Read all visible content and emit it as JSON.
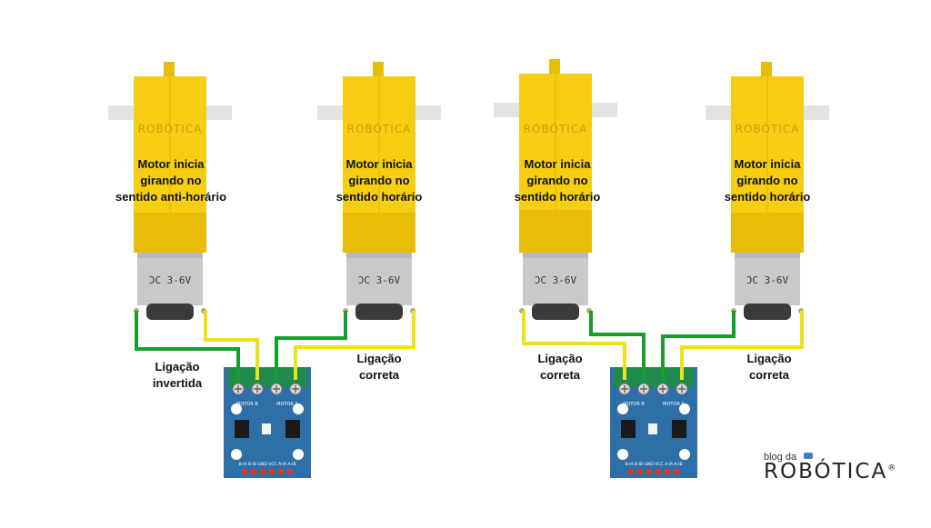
{
  "motors": [
    {
      "line1": "Motor inicia",
      "line2": "girando no",
      "line3": "sentido anti-horário",
      "case_text": "ƆC 3-6V",
      "brand": "ROBÓTICA"
    },
    {
      "line1": "Motor inicia",
      "line2": "girando no",
      "line3": "sentido horário",
      "case_text": "ƆC 3-6V",
      "brand": "ROBÓTICA"
    },
    {
      "line1": "Motor inicia",
      "line2": "girando no",
      "line3": "sentido horário",
      "case_text": "ƆC 3-6V",
      "brand": "ROBÓTICA"
    },
    {
      "line1": "Motor inicia",
      "line2": "girando no",
      "line3": "sentido horário",
      "case_text": "ƆC 3-6V",
      "brand": "ROBÓTICA"
    }
  ],
  "connections": [
    {
      "line1": "Ligação",
      "line2": "invertida"
    },
    {
      "line1": "Ligação",
      "line2": "correta"
    },
    {
      "line1": "Ligação",
      "line2": "correta"
    },
    {
      "line1": "Ligação",
      "line2": "correta"
    }
  ],
  "driver": {
    "motor_b_label": "MOTOR B",
    "motor_a_label": "MOTOR A",
    "pin_labels": "B-IA B-IB GND VCC A-IA A-IB"
  },
  "logo": {
    "small": "blog da",
    "big": "ROBÓTICA",
    "reg": "®"
  },
  "colors": {
    "motor_yellow": "#f5cd13",
    "motor_yellow_dark": "#e8bd0a",
    "shaft_gray": "#e3e3e3",
    "can_gray": "#c9c9c9",
    "board_blue": "#2f6fa8",
    "terminal_green": "#1f8a4c",
    "wire_green": "#16a02b",
    "wire_yellow": "#ece21c"
  }
}
